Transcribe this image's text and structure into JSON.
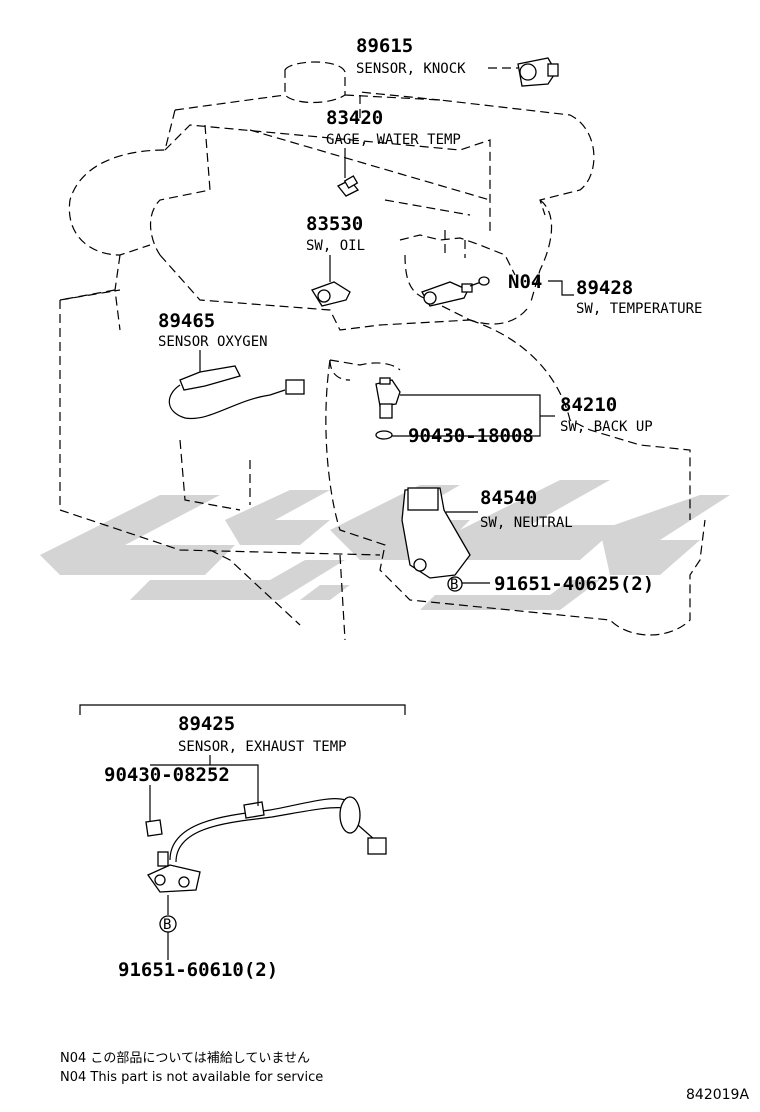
{
  "parts": {
    "p89615": {
      "number": "89615",
      "name": "SENSOR, KNOCK"
    },
    "p83420": {
      "number": "83420",
      "name": "GAGE, WATER TEMP"
    },
    "p83530": {
      "number": "83530",
      "name": "SW, OIL"
    },
    "p89428": {
      "number": "89428",
      "name": "SW, TEMPERATURE"
    },
    "pN04": {
      "number": "N04"
    },
    "p89465": {
      "number": "89465",
      "name": "SENSOR OXYGEN"
    },
    "p84210": {
      "number": "84210",
      "name": "SW, BACK UP"
    },
    "p90430a": {
      "number": "90430-18008"
    },
    "p84540": {
      "number": "84540",
      "name": "SW, NEUTRAL"
    },
    "p91651a": {
      "number": "91651-40625(2)"
    },
    "p89425": {
      "number": "89425",
      "name": "SENSOR, EXHAUST TEMP"
    },
    "p90430b": {
      "number": "90430-08252"
    },
    "p91651b": {
      "number": "91651-60610(2)"
    }
  },
  "markers": {
    "bolt_b": "B"
  },
  "notes": {
    "jp": "N04 この部品については補給していません",
    "en": "N04 This part is not available for service"
  },
  "diagram_code": "842019A"
}
